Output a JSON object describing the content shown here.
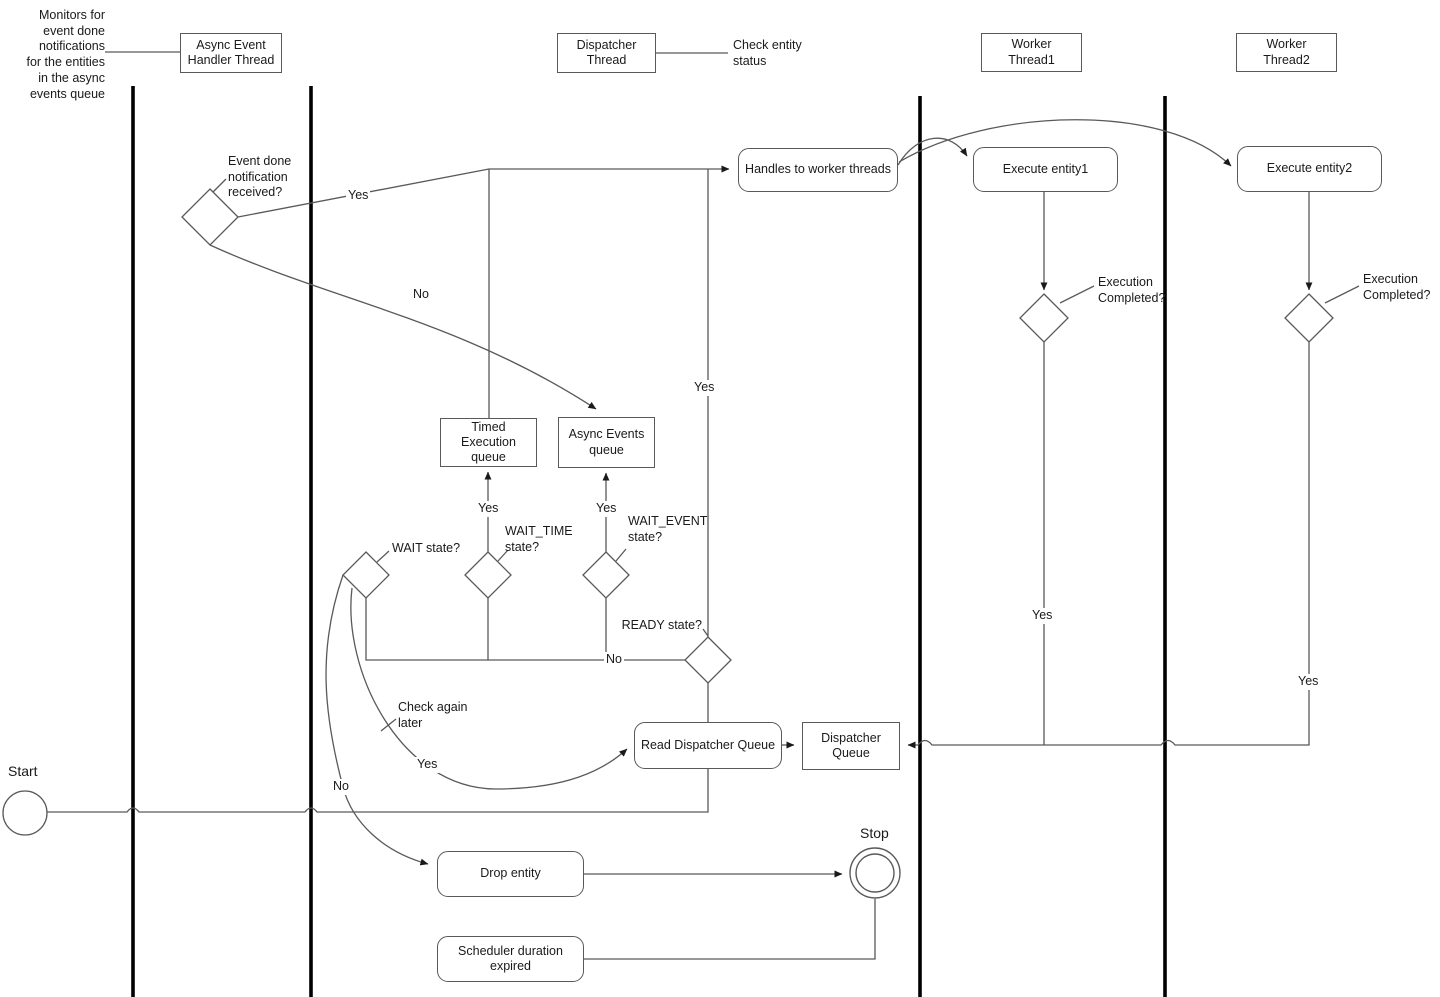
{
  "annotations": {
    "monitors_note": "Monitors for\nevent done\nnotifications\nfor the entities\nin the async\nevents queue",
    "check_entity_status": "Check entity\nstatus",
    "start_label": "Start",
    "stop_label": "Stop"
  },
  "lanes": {
    "async_event_handler": "Async Event\nHandler Thread",
    "dispatcher": "Dispatcher\nThread",
    "worker1": "Worker\nThread1",
    "worker2": "Worker\nThread2"
  },
  "processes": {
    "handles_to_workers": "Handles to worker threads",
    "execute_entity1": "Execute entity1",
    "execute_entity2": "Execute entity2",
    "read_dispatcher_queue": "Read Dispatcher Queue",
    "drop_entity": "Drop entity",
    "scheduler_duration_expired": "Scheduler duration\nexpired"
  },
  "queues": {
    "timed_execution": "Timed\nExecution\nqueue",
    "async_events": "Async Events\nqueue",
    "dispatcher": "Dispatcher\nQueue"
  },
  "decisions": {
    "event_done": "Event done\nnotification\nreceived?",
    "wait": "WAIT state?",
    "wait_time": "WAIT_TIME\nstate?",
    "wait_event": "WAIT_EVENT\nstate?",
    "ready": "READY state?",
    "exec_completed_1": "Execution\nCompleted?",
    "exec_completed_2": "Execution\nCompleted?"
  },
  "edge_labels": {
    "event_done_yes": "Yes",
    "event_done_no": "No",
    "ready_yes": "Yes",
    "ready_no": "No",
    "wait_time_yes": "Yes",
    "wait_event_yes": "Yes",
    "wait_yes": "Yes",
    "wait_no": "No",
    "check_again_later": "Check again\nlater",
    "exec1_yes": "Yes",
    "exec2_yes": "Yes"
  },
  "colors": {
    "line": "#595959",
    "lane_line": "#000000",
    "text": "#1a1a1a",
    "fill": "#ffffff"
  }
}
